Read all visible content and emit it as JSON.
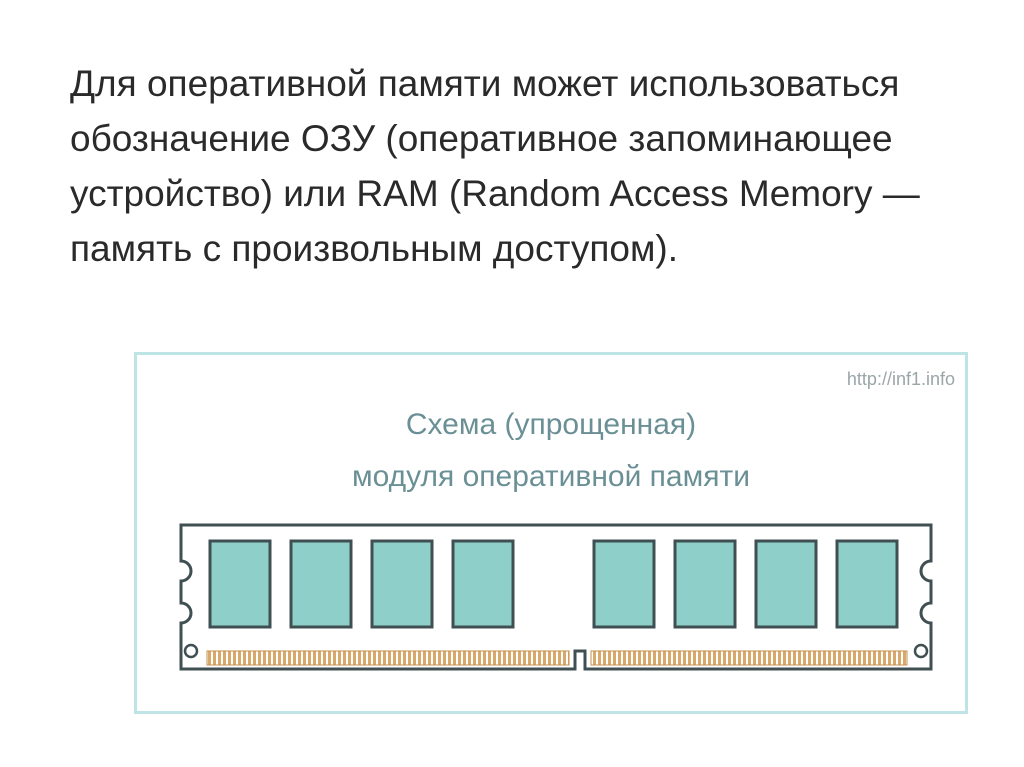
{
  "slide": {
    "body_text": "Для оперативной памяти может использоваться обозначение ОЗУ (оперативное запоминающее устройство) или RAM (Random Access Memory — память с произвольным доступом)."
  },
  "diagram": {
    "watermark": "http://inf1.info",
    "title_line1": "Схема (упрощенная)",
    "title_line2": "модуля оперативной памяти",
    "chip_count": 8,
    "colors": {
      "border": "#bfe4e5",
      "chip_fill": "#8fcfc9",
      "chip_stroke": "#3f4f52",
      "contacts": "#d9a96b",
      "title_text": "#6a8f95"
    }
  }
}
